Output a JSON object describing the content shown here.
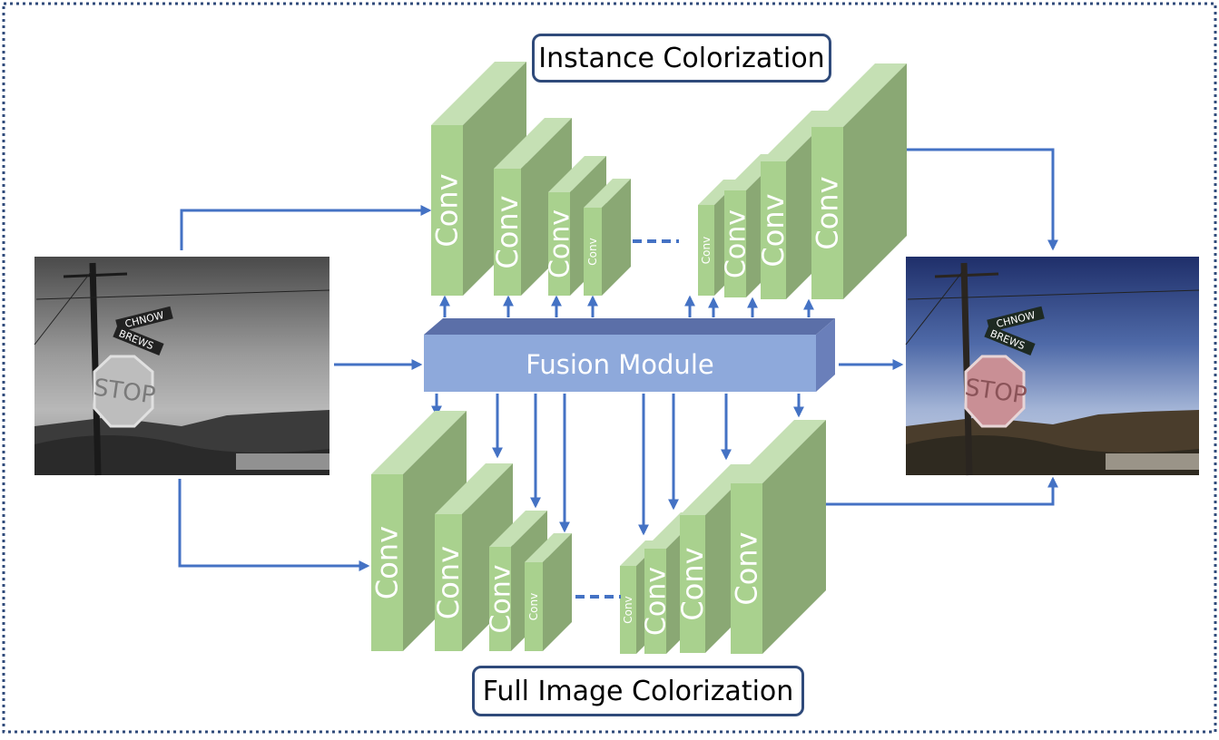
{
  "titles": {
    "instance": "Instance Colorization",
    "full": "Full Image Colorization"
  },
  "fusion": {
    "label": "Fusion Module"
  },
  "layers": {
    "conv": "Conv"
  },
  "photo": {
    "sign_text": "STOP",
    "street_sign_1": "CHNOW",
    "street_sign_2": "BREWS"
  },
  "colors": {
    "block_front": "#a9d18e",
    "block_side": "#8aa874",
    "block_top": "#c5e0b4",
    "fusion_front": "#8ea9db",
    "fusion_top": "#5b6fa8",
    "fusion_side": "#6a7fba",
    "arrow": "#4472c4",
    "border": "#2f4a7a"
  }
}
